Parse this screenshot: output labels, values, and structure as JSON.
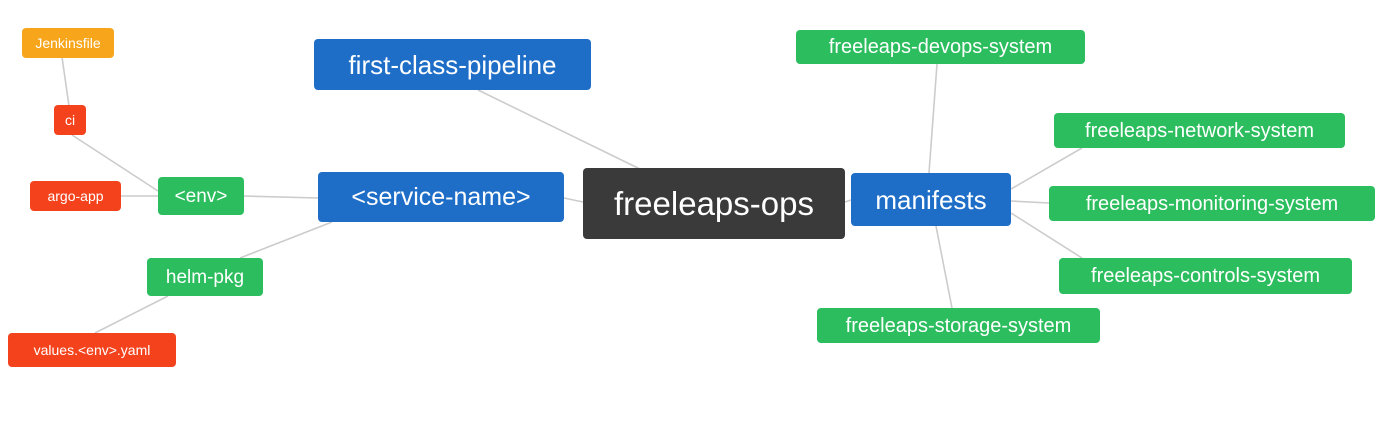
{
  "diagram": {
    "background_color": "#ffffff",
    "line_color": "#cccccc",
    "nodes": {
      "jenkinsfile": {
        "label": "Jenkinsfile",
        "color": "#f7a51b"
      },
      "ci": {
        "label": "ci",
        "color": "#f4431c"
      },
      "argo_app": {
        "label": "argo-app",
        "color": "#f4431c"
      },
      "env": {
        "label": "<env>",
        "color": "#2cbe5e"
      },
      "helm_pkg": {
        "label": "helm-pkg",
        "color": "#2cbe5e"
      },
      "values_env_yaml": {
        "label": "values.<env>.yaml",
        "color": "#f4431c"
      },
      "first_class_pipeline": {
        "label": "first-class-pipeline",
        "color": "#1e6ec8"
      },
      "service_name": {
        "label": "<service-name>",
        "color": "#1e6ec8"
      },
      "freeleaps_ops": {
        "label": "freeleaps-ops",
        "color": "#3a3a3a"
      },
      "manifests": {
        "label": "manifests",
        "color": "#1e6ec8"
      },
      "devops_system": {
        "label": "freeleaps-devops-system",
        "color": "#2cbe5e"
      },
      "network_system": {
        "label": "freeleaps-network-system",
        "color": "#2cbe5e"
      },
      "monitoring_system": {
        "label": "freeleaps-monitoring-system",
        "color": "#2cbe5e"
      },
      "controls_system": {
        "label": "freeleaps-controls-system",
        "color": "#2cbe5e"
      },
      "storage_system": {
        "label": "freeleaps-storage-system",
        "color": "#2cbe5e"
      }
    },
    "edges": [
      {
        "from": "jenkinsfile",
        "to": "ci"
      },
      {
        "from": "ci",
        "to": "env"
      },
      {
        "from": "argo_app",
        "to": "env"
      },
      {
        "from": "env",
        "to": "service_name"
      },
      {
        "from": "helm_pkg",
        "to": "service_name"
      },
      {
        "from": "values_env_yaml",
        "to": "helm_pkg"
      },
      {
        "from": "first_class_pipeline",
        "to": "freeleaps_ops"
      },
      {
        "from": "service_name",
        "to": "freeleaps_ops"
      },
      {
        "from": "freeleaps_ops",
        "to": "manifests"
      },
      {
        "from": "manifests",
        "to": "devops_system"
      },
      {
        "from": "manifests",
        "to": "network_system"
      },
      {
        "from": "manifests",
        "to": "monitoring_system"
      },
      {
        "from": "manifests",
        "to": "controls_system"
      },
      {
        "from": "manifests",
        "to": "storage_system"
      }
    ]
  }
}
